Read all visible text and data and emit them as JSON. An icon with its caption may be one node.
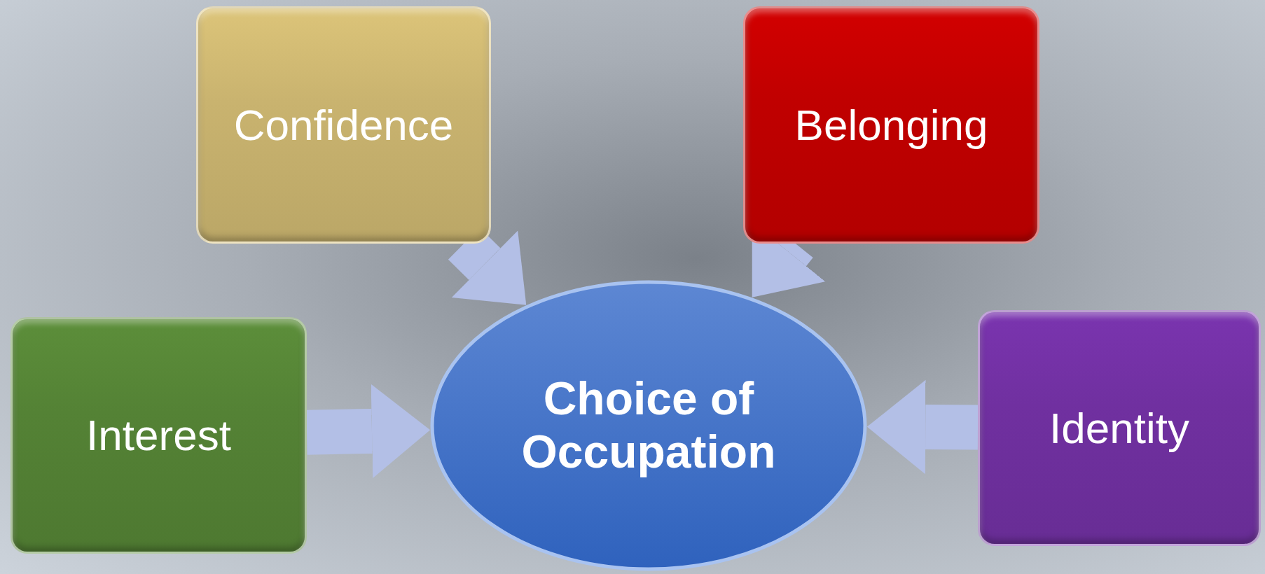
{
  "diagram": {
    "nodes": [
      {
        "text": [
          "Confidence"
        ]
      },
      {
        "text": [
          "Belonging"
        ]
      },
      {
        "text": [
          "Interest"
        ]
      },
      {
        "text": [
          "Choice of Occupation"
        ]
      },
      {
        "text": [
          "Identity"
        ]
      }
    ],
    "edges": [
      {
        "from": 0,
        "to": 3,
        "arrow": "to"
      },
      {
        "from": 1,
        "to": 3,
        "arrow": "to"
      },
      {
        "from": 2,
        "to": 3,
        "arrow": "to"
      },
      {
        "from": 4,
        "to": 3,
        "arrow": "to"
      }
    ]
  }
}
